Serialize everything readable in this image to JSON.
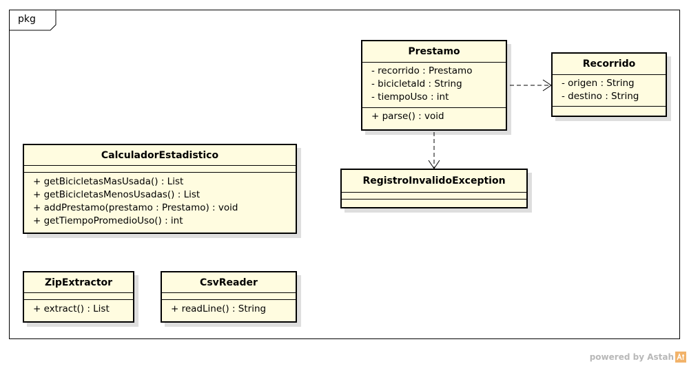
{
  "package": {
    "label": "pkg"
  },
  "classes": {
    "prestamo": {
      "name": "Prestamo",
      "attributes": [
        "- recorrido : Prestamo",
        "- bicicletaId : String",
        "- tiempoUso : int"
      ],
      "operations": [
        "+ parse() : void"
      ]
    },
    "recorrido": {
      "name": "Recorrido",
      "attributes": [
        "- origen : String",
        "- destino : String"
      ],
      "operations": []
    },
    "registro": {
      "name": "RegistroInvalidoException",
      "attributes": [],
      "operations": []
    },
    "calculador": {
      "name": "CalculadorEstadistico",
      "attributes": [],
      "operations": [
        "+ getBicicletasMasUsada() : List",
        "+ getBicicletasMenosUsadas() : List",
        "+ addPrestamo(prestamo : Prestamo) : void",
        "+ getTiempoPromedioUso() : int"
      ]
    },
    "zip": {
      "name": "ZipExtractor",
      "attributes": [],
      "operations": [
        "+ extract() : List"
      ]
    },
    "csv": {
      "name": "CsvReader",
      "attributes": [],
      "operations": [
        "+ readLine() : String"
      ]
    }
  },
  "dependencies": [
    {
      "from": "Prestamo",
      "to": "Recorrido"
    },
    {
      "from": "Prestamo",
      "to": "RegistroInvalidoException"
    }
  ],
  "watermark": {
    "text": "powered by Astah",
    "icon": "astah-logo-icon"
  },
  "colors": {
    "class_fill": "#fffce0",
    "border": "#000000",
    "watermark": "#b8b8b8"
  }
}
